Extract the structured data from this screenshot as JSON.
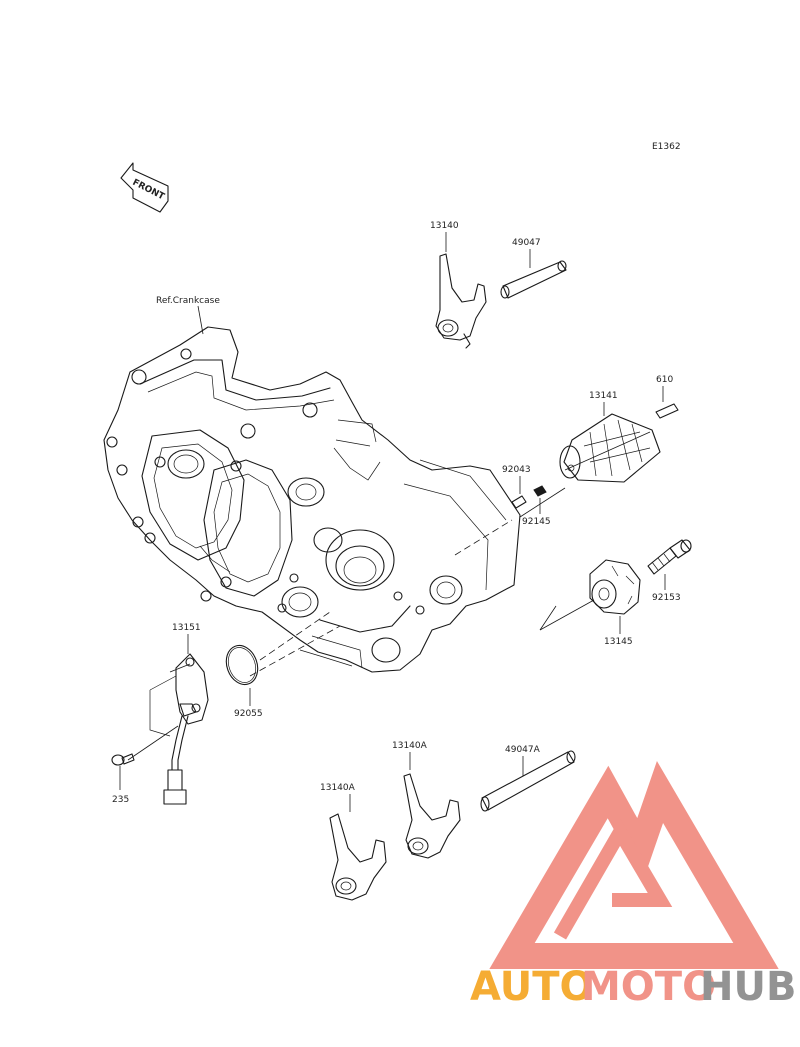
{
  "diagram": {
    "code": "E1362",
    "front_label": "FRONT",
    "ref_label": "Ref.Crankcase",
    "parts": {
      "p13140": "13140",
      "p49047": "49047",
      "p13141": "13141",
      "p610": "610",
      "p92043": "92043",
      "p92145": "92145",
      "p92153": "92153",
      "p13145": "13145",
      "p13151": "13151",
      "p92055": "92055",
      "p235": "235",
      "p13140A_right": "13140A",
      "p13140A_left": "13140A",
      "p49047A": "49047A"
    }
  },
  "watermark": {
    "part1": "AUTO",
    "part2": "MOTO",
    "part3": "HUB",
    "color_orange": "#f5a623",
    "color_red": "#f08a7e",
    "color_gray": "#8a8a8a"
  }
}
